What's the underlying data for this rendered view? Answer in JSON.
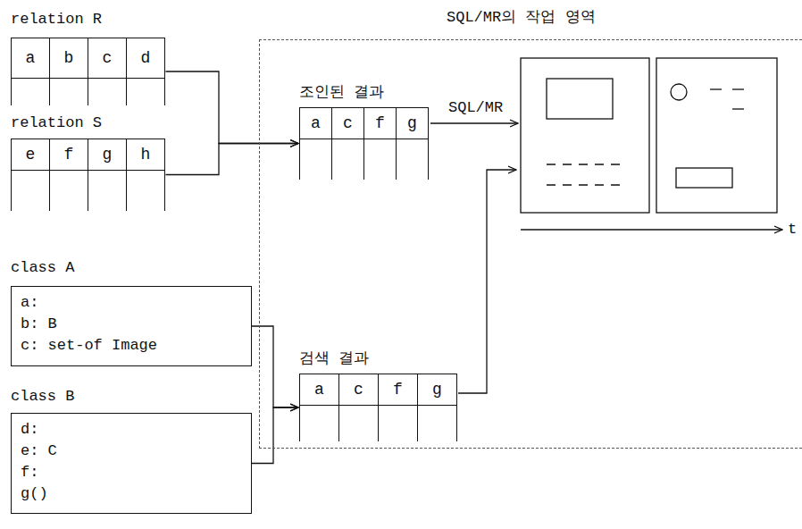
{
  "diagram": {
    "nodes": [
      {
        "text": [
          "relation R",
          "a",
          "b",
          "c",
          "d"
        ]
      },
      {
        "text": [
          "relation S",
          "e",
          "f",
          "g",
          "h"
        ]
      },
      {
        "text": [
          "SQL/MR의 작업 영역"
        ]
      },
      {
        "text": [
          "조인된 결과",
          "a",
          "c",
          "f",
          "g"
        ],
        "in": 2
      },
      {
        "text": [
          "검색 결과",
          "a",
          "c",
          "f",
          "g"
        ],
        "in": 2
      },
      {
        "text": [
          "class A",
          "a:",
          "b: B",
          "c: set-of Image"
        ]
      },
      {
        "text": [
          "class B",
          "d:",
          "e: C",
          "f:",
          "g()"
        ]
      }
    ],
    "edges": [
      {
        "from": 0,
        "to": 3,
        "arrow": "to"
      },
      {
        "from": 1,
        "to": 3,
        "arrow": "to"
      },
      {
        "from": 5,
        "to": 4,
        "arrow": "to"
      },
      {
        "from": 6,
        "to": 4,
        "arrow": "to"
      }
    ],
    "labels": [
      "SQL/MR",
      "t"
    ]
  }
}
